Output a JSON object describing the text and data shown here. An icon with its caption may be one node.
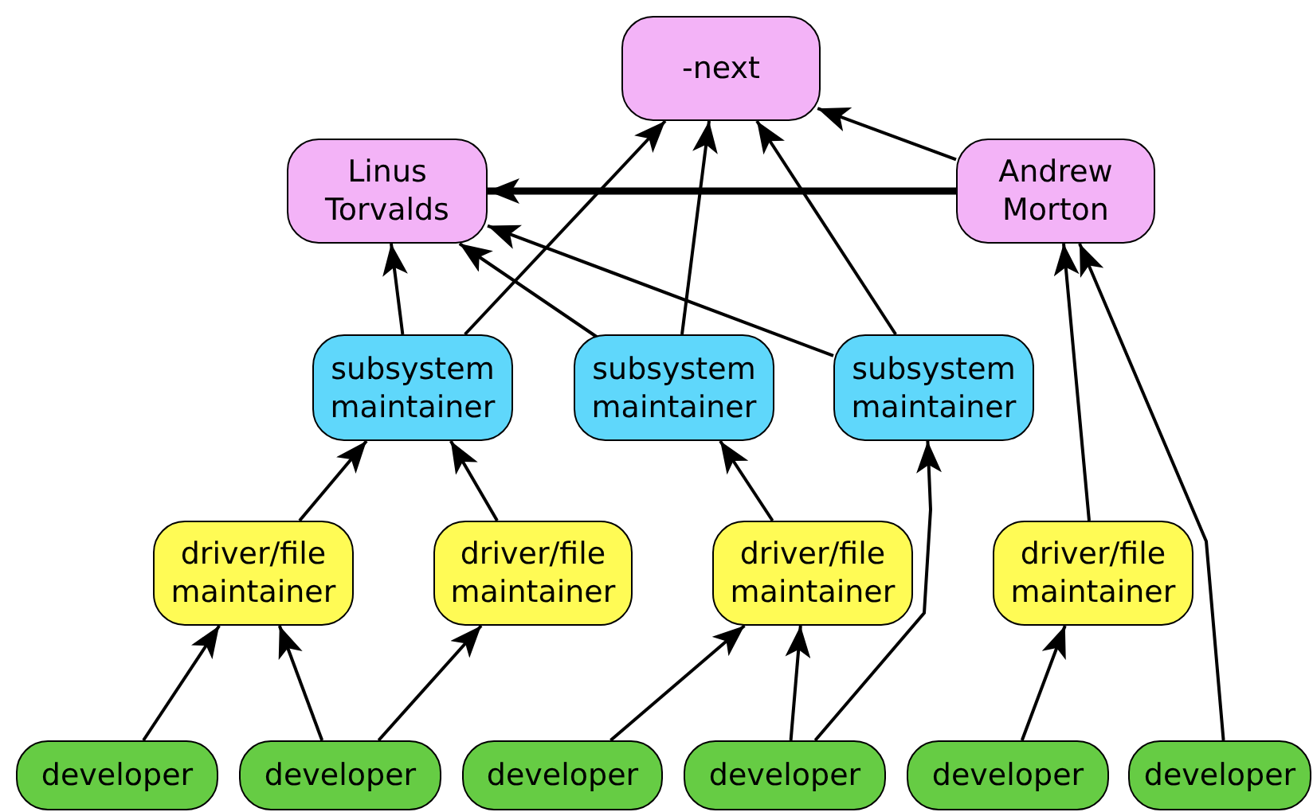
{
  "diagram": {
    "nodes": [
      {
        "text": [
          "-next"
        ]
      },
      {
        "text": [
          "Linus Torvalds"
        ]
      },
      {
        "text": [
          "Andrew Morton"
        ]
      },
      {
        "text": [
          "subsystem maintainer"
        ]
      },
      {
        "text": [
          "subsystem maintainer"
        ]
      },
      {
        "text": [
          "subsystem maintainer"
        ]
      },
      {
        "text": [
          "driver/file maintainer"
        ]
      },
      {
        "text": [
          "driver/file maintainer"
        ]
      },
      {
        "text": [
          "driver/file maintainer"
        ]
      },
      {
        "text": [
          "driver/file maintainer"
        ]
      },
      {
        "text": [
          "developer"
        ]
      },
      {
        "text": [
          "developer"
        ]
      },
      {
        "text": [
          "developer"
        ]
      },
      {
        "text": [
          "developer"
        ]
      },
      {
        "text": [
          "developer"
        ]
      },
      {
        "text": [
          "developer"
        ]
      }
    ],
    "edges": [
      {
        "from": 2,
        "to": 1,
        "arrow": "to",
        "style": "thick"
      },
      {
        "from": 2,
        "to": 0,
        "arrow": "to"
      },
      {
        "from": 3,
        "to": 1,
        "arrow": "to"
      },
      {
        "from": 3,
        "to": 0,
        "arrow": "to"
      },
      {
        "from": 4,
        "to": 1,
        "arrow": "to"
      },
      {
        "from": 4,
        "to": 0,
        "arrow": "to"
      },
      {
        "from": 5,
        "to": 1,
        "arrow": "to"
      },
      {
        "from": 5,
        "to": 0,
        "arrow": "to"
      },
      {
        "from": 6,
        "to": 3,
        "arrow": "to"
      },
      {
        "from": 7,
        "to": 3,
        "arrow": "to"
      },
      {
        "from": 8,
        "to": 4,
        "arrow": "to"
      },
      {
        "from": 9,
        "to": 2,
        "arrow": "to"
      },
      {
        "from": 10,
        "to": 6,
        "arrow": "to"
      },
      {
        "from": 11,
        "to": 6,
        "arrow": "to"
      },
      {
        "from": 11,
        "to": 7,
        "arrow": "to"
      },
      {
        "from": 12,
        "to": 8,
        "arrow": "to"
      },
      {
        "from": 13,
        "to": 8,
        "arrow": "to"
      },
      {
        "from": 13,
        "to": 5,
        "arrow": "to"
      },
      {
        "from": 14,
        "to": 9,
        "arrow": "to"
      },
      {
        "from": 15,
        "to": 2,
        "arrow": "to"
      }
    ]
  }
}
